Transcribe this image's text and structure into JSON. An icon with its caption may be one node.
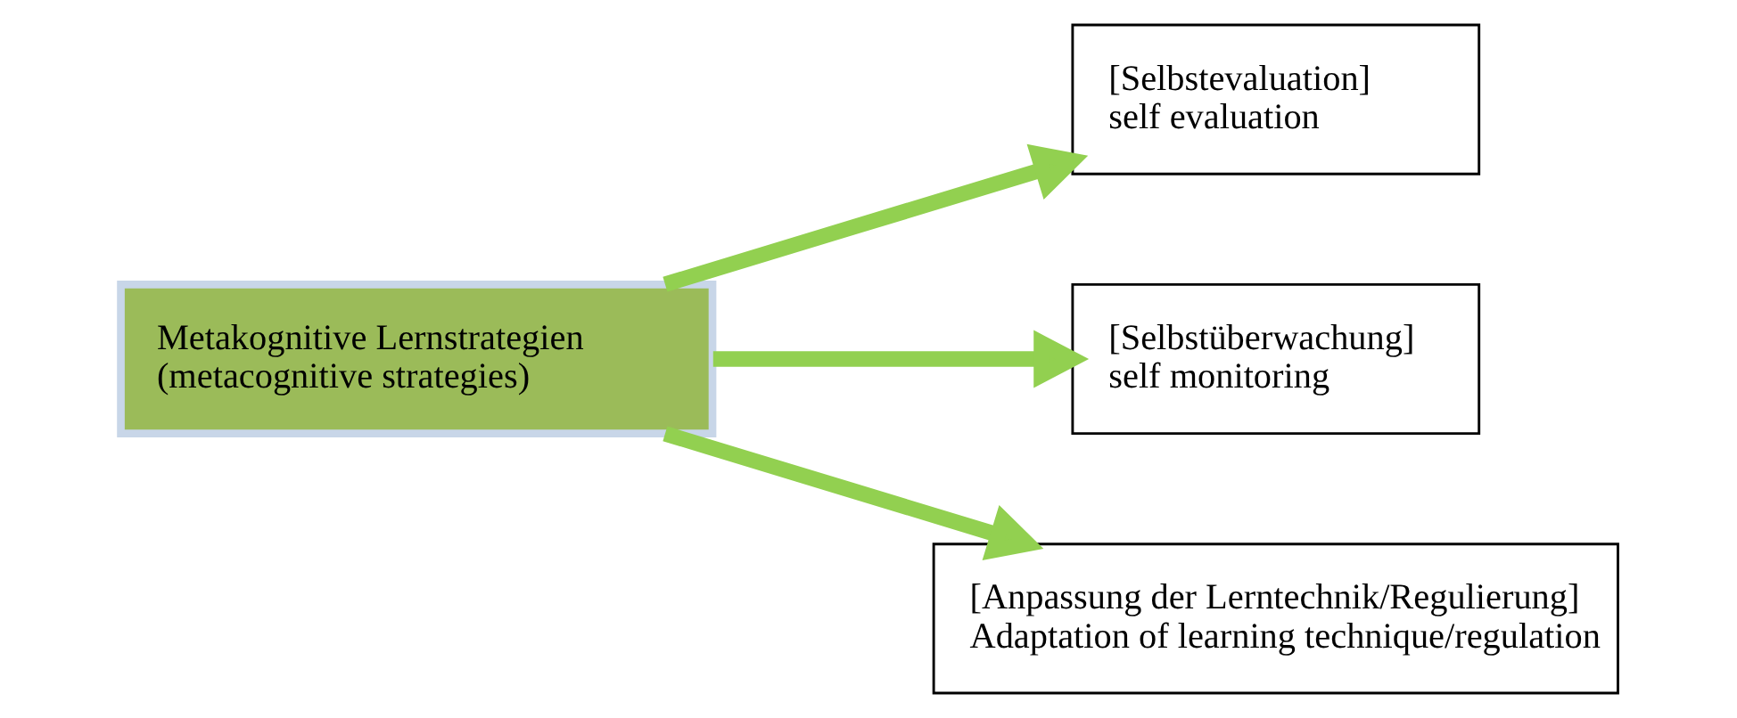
{
  "diagram": {
    "nodes": [
      {
        "text": [
          "Metakognitive Lernstrategien",
          "(metacognitive strategies)"
        ]
      },
      {
        "text": [
          "[Selbstevaluation]",
          "self evaluation"
        ]
      },
      {
        "text": [
          "[Selbstüberwachung]",
          "self monitoring"
        ]
      },
      {
        "text": [
          "[Anpassung der Lerntechnik/Regulierung]",
          "Adaptation of learning technique/regulation"
        ]
      }
    ],
    "edges": [
      {
        "from": 0,
        "to": 1,
        "arrow": "to",
        "color": "#92d050"
      },
      {
        "from": 0,
        "to": 2,
        "arrow": "to",
        "color": "#92d050"
      },
      {
        "from": 0,
        "to": 3,
        "arrow": "to",
        "color": "#92d050"
      }
    ]
  }
}
